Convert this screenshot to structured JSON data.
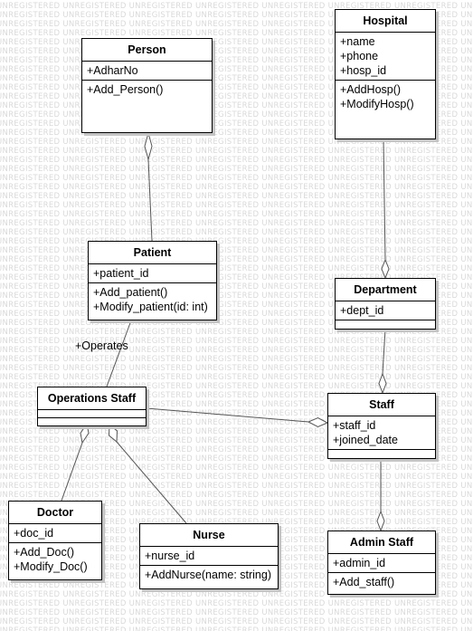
{
  "watermark": "UNREGISTERED",
  "classes": {
    "person": {
      "name": "Person",
      "attributes": [
        "+AdharNo"
      ],
      "operations": [
        "+Add_Person()"
      ]
    },
    "hospital": {
      "name": "Hospital",
      "attributes": [
        "+name",
        "+phone",
        "+hosp_id"
      ],
      "operations": [
        "+AddHosp()",
        "+ModifyHosp()"
      ]
    },
    "patient": {
      "name": "Patient",
      "attributes": [
        "+patient_id"
      ],
      "operations": [
        "+Add_patient()",
        "+Modify_patient(id: int)"
      ]
    },
    "department": {
      "name": "Department",
      "attributes": [
        "+dept_id"
      ],
      "operations": []
    },
    "operations_staff": {
      "name": "Operations Staff",
      "attributes": [],
      "operations": []
    },
    "staff": {
      "name": "Staff",
      "attributes": [
        "+staff_id",
        "+joined_date"
      ],
      "operations": []
    },
    "doctor": {
      "name": "Doctor",
      "attributes": [
        "+doc_id"
      ],
      "operations": [
        "+Add_Doc()",
        "+Modify_Doc()"
      ]
    },
    "nurse": {
      "name": "Nurse",
      "attributes": [
        "+nurse_id"
      ],
      "operations": [
        "+AddNurse(name: string)"
      ]
    },
    "admin_staff": {
      "name": "Admin Staff",
      "attributes": [
        "+admin_id"
      ],
      "operations": [
        "+Add_staff()"
      ]
    }
  },
  "edge_labels": {
    "operates": "+Operates"
  },
  "colors": {
    "line": "#555555",
    "border": "#000000",
    "shadow": "#c4c4c4",
    "watermark": "#d9d9d9"
  }
}
